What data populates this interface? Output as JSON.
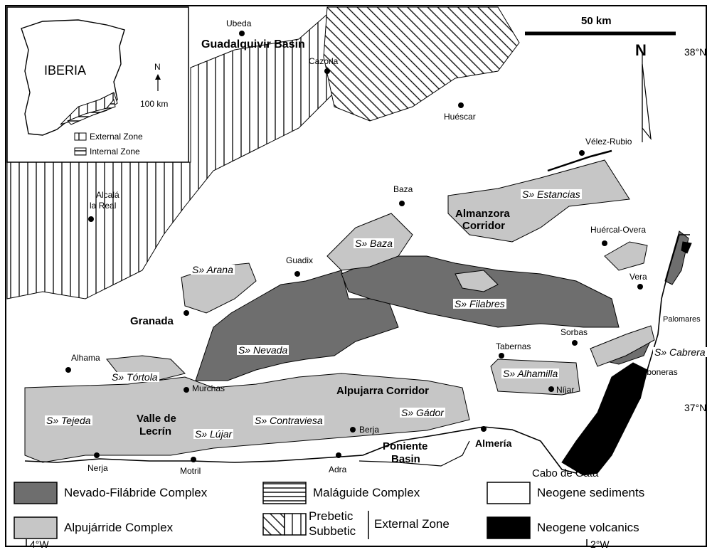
{
  "inset": {
    "title": "IBERIA",
    "north": "N",
    "scale": "100 km",
    "legend": [
      {
        "label": "External Zone"
      },
      {
        "label": "Internal Zone"
      }
    ]
  },
  "scale_bar": {
    "label": "50 km"
  },
  "north_arrow": {
    "label": "N"
  },
  "coords": {
    "lat_38": "38°N",
    "lat_37": "37°N",
    "lon_4": "4°W",
    "lon_2": "2°W"
  },
  "regions": {
    "guadalquivir": "Guadalquivir Basin",
    "almanzora_1": "Almanzora",
    "almanzora_2": "Corridor",
    "alpujarra": "Alpujarra Corridor",
    "valle_1": "Valle de",
    "valle_2": "Lecrín",
    "poniente_1": "Poniente",
    "poniente_2": "Basin",
    "cabo_gata": "Cabo de Gata"
  },
  "towns": {
    "ubeda": "Ubeda",
    "cazorla": "Cazorla",
    "huescar": "Huéscar",
    "velez": "Vélez-Rubio",
    "alcala_1": "Alcalá",
    "alcala_2": "la Real",
    "baza": "Baza",
    "huercal": "Huércal-Overa",
    "guadix": "Guadix",
    "vera": "Vera",
    "palomares": "Palomares",
    "granada": "Granada",
    "sorbas": "Sorbas",
    "tabernas": "Tabernas",
    "alhama": "Alhama",
    "murchas": "Murchas",
    "carboneras": "Carboneras",
    "nijar": "Níjar",
    "berja": "Berja",
    "almeria": "Almería",
    "nerja": "Nerja",
    "motril": "Motril",
    "adra": "Adra"
  },
  "sierras": {
    "estancias": "S» Estancias",
    "baza": "S» Baza",
    "arana": "S» Arana",
    "filabres": "S» Filabres",
    "nevada": "S» Nevada",
    "cabrera": "S» Cabrera",
    "alhamilla": "S» Alhamilla",
    "tortola": "S» Tórtola",
    "tejeda": "S» Tejeda",
    "lujar": "S» Lújar",
    "contraviesa": "S» Contraviesa",
    "gador": "S» Gádor"
  },
  "legend": {
    "nevado": "Nevado-Filábride Complex",
    "alpujarride": "Alpujárride Complex",
    "malaguide": "Maláguide Complex",
    "prebetic": "Prebetic",
    "subbetic": "Subbetic",
    "external": "External Zone",
    "neogene_sed": "Neogene sediments",
    "neogene_vol": "Neogene volcanics"
  },
  "colors": {
    "nevado": "#6e6e6e",
    "alpujarride": "#c6c6c6",
    "neogene_sed": "#ffffff",
    "neogene_vol": "#000000"
  }
}
